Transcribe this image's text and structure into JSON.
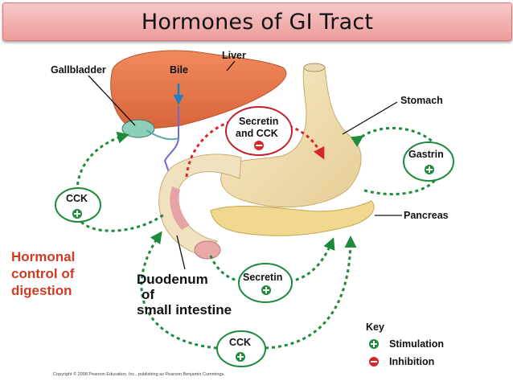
{
  "title": "Hormones of GI Tract",
  "diagram": {
    "organs": {
      "liver": "Liver",
      "gallbladder": "Gallbladder",
      "bile": "Bile",
      "stomach": "Stomach",
      "pancreas": "Pancreas",
      "duodenum_line1": "Duodenum",
      "duodenum_line2": "of",
      "duodenum_line3": "small intestine"
    },
    "hormones": {
      "secretin_cck_line1": "Secretin",
      "secretin_cck_line2": "and CCK",
      "gastrin": "Gastrin",
      "cck_left": "CCK",
      "secretin": "Secretin",
      "cck_bottom": "CCK"
    },
    "side_label": {
      "line1": "Hormonal",
      "line2": "control of",
      "line3": "digestion"
    },
    "key": {
      "title": "Key",
      "stimulation": "Stimulation",
      "inhibition": "Inhibition"
    },
    "copyright": "Copyright © 2008 Pearson Education, Inc., publishing as Pearson Benjamin Cummings."
  },
  "colors": {
    "stimulation": "#1e8a3c",
    "inhibition": "#d6282a",
    "liver": "#e8774a",
    "stomach": "#f2dfb0",
    "pancreas": "#f0d98e",
    "title_bar": "#ee9c9c"
  }
}
